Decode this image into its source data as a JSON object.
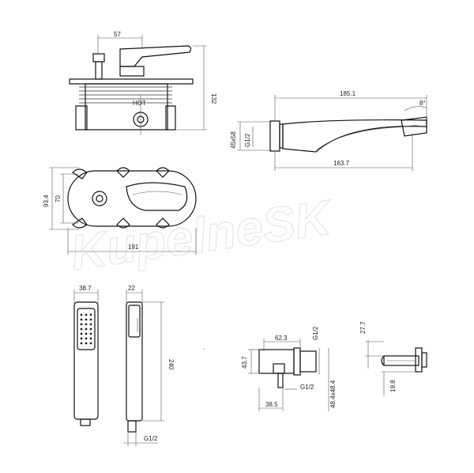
{
  "watermark": "KupelneSK",
  "labels": {
    "valve_width": "57",
    "valve_height": "132",
    "hot": "HOT",
    "spout_length": "185.1",
    "spout_angle": "8°",
    "spout_height": "45x58",
    "spout_thread": "G1/2",
    "spout_projection": "163.7",
    "plate_height_outer": "93.4",
    "plate_height_inner": "70",
    "plate_width": "191",
    "handshower_width": "38.7",
    "handshower_depth": "22",
    "handshower_length": "240",
    "hose_thread": "G1/2",
    "outlet_depth": "62.3",
    "outlet_thread_top": "G1/2",
    "outlet_height": "43.7",
    "outlet_thread_bottom": "G1/2",
    "outlet_base": "38.5",
    "outlet_plate": "48.4x48.4",
    "holder_depth": "27.7",
    "holder_height": "19.8"
  }
}
